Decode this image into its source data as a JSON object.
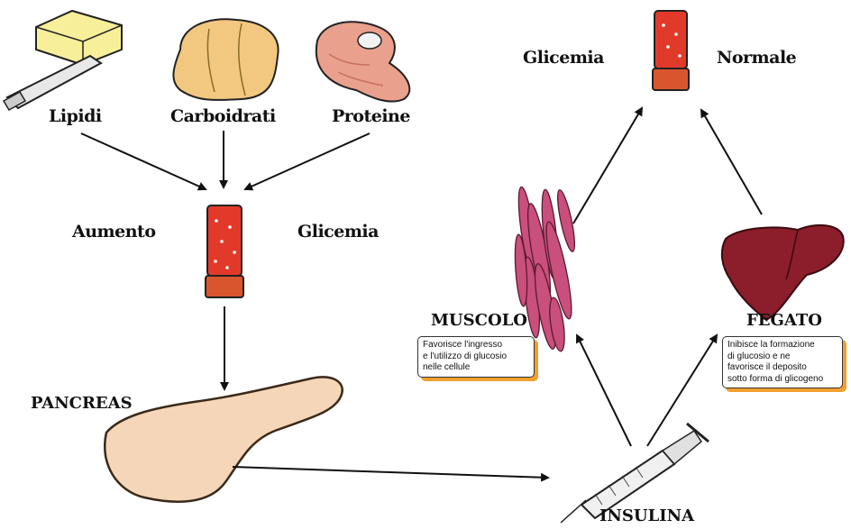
{
  "labels": {
    "lipidi": "Lipidi",
    "carboidrati": "Carboidrati",
    "proteine": "Proteine",
    "aumento": "Aumento",
    "glicemia_top_right": "Glicemia",
    "glicemia_left": "Glicemia",
    "normale": "Normale",
    "pancreas": "PANCREAS",
    "muscolo": "MUSCOLO",
    "fegato": "FEGATO",
    "insulina": "INSULINA"
  },
  "notes": {
    "muscolo": "Favorisce l'ingresso\ne l'utilizzo di glucosio\nnelle cellule",
    "fegato": "Inibisce la formazione\ndi glucosio e ne\nfavorisce il deposito\nsotto forma di glicogeno"
  },
  "colors": {
    "tube_red": "#e23a2a",
    "tube_cap": "#d9552e",
    "liver": "#8b1e2a",
    "muscle": "#c94f7c",
    "pancreas": "#f6d6b8",
    "bread": "#f2c77f",
    "butter": "#f7ef9a",
    "meat": "#e9a08c",
    "note_shadow": "#f0a030"
  },
  "icons": [
    "butter-icon",
    "bread-icon",
    "meat-icon",
    "blood-tube-icon",
    "pancreas-icon",
    "muscle-icon",
    "liver-icon",
    "syringe-icon"
  ]
}
